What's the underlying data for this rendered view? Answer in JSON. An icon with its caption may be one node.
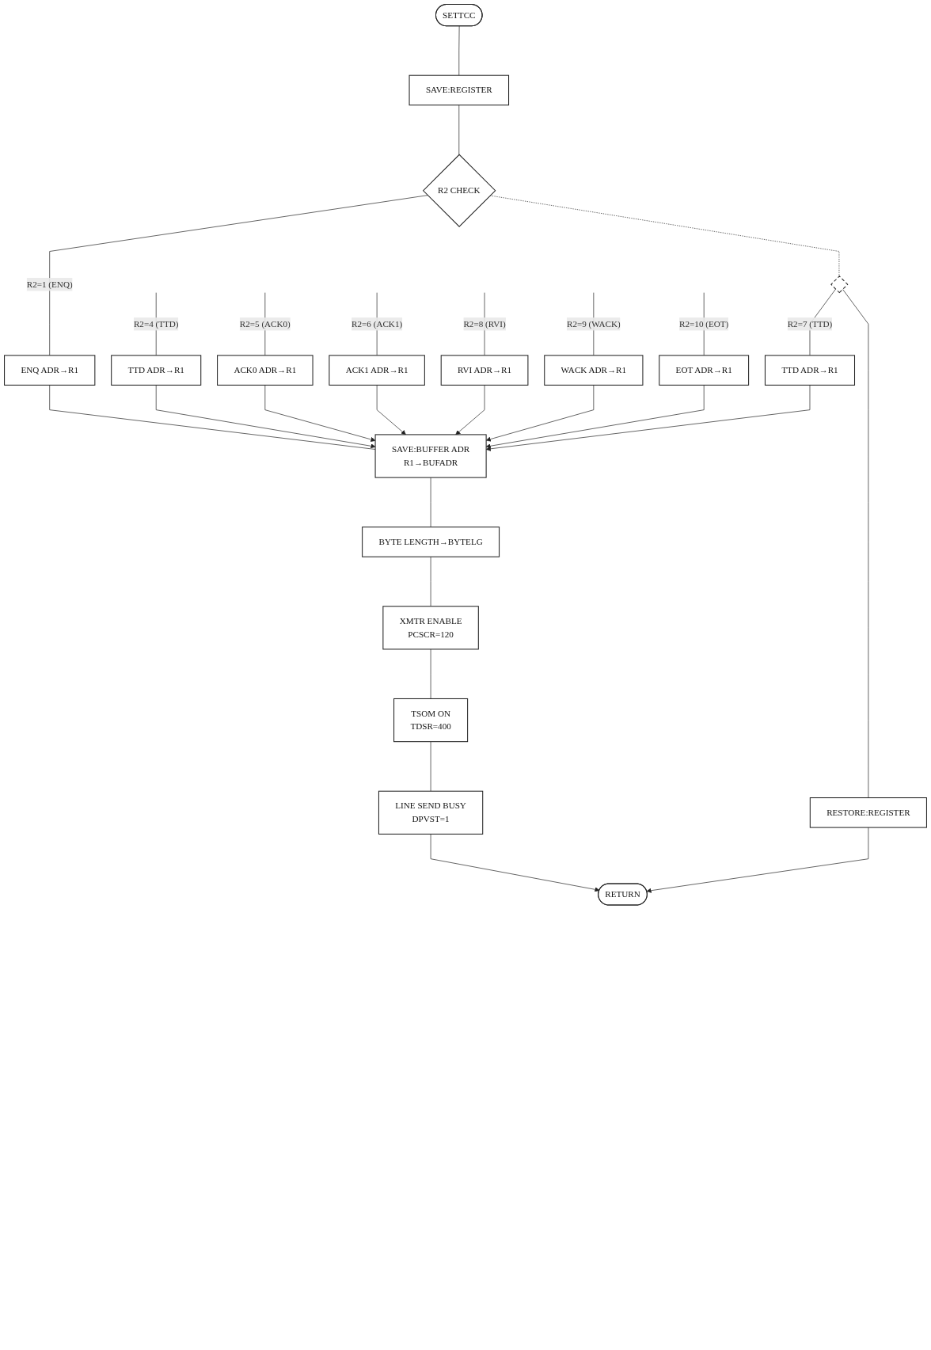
{
  "diagram": {
    "nodes": [
      {
        "text": [
          "SETTCC"
        ]
      },
      {
        "text": [
          "SAVE:REGISTER"
        ]
      },
      {
        "text": [
          "R2 CHECK"
        ]
      },
      {
        "text": [
          "ENQ ADR→R1"
        ]
      },
      {
        "text": [
          "TTD ADR→R1"
        ]
      },
      {
        "text": [
          "ACK0 ADR→R1"
        ]
      },
      {
        "text": [
          "ACK1 ADR→R1"
        ]
      },
      {
        "text": [
          "RVI ADR→R1"
        ]
      },
      {
        "text": [
          "WACK ADR→R1"
        ]
      },
      {
        "text": [
          "EOT ADR→R1"
        ]
      },
      {
        "text": [],
        "shape": "diamond"
      },
      {
        "text": [
          "TTD ADR→R1"
        ]
      },
      {
        "text": [
          "SAVE:BUFFER ADR",
          "R1→BUFADR"
        ]
      },
      {
        "text": [
          "BYTE LENGTH→BYTELG"
        ]
      },
      {
        "text": [
          "XMTR ENABLE",
          "PCSCR=120"
        ]
      },
      {
        "text": [
          "TSOM ON",
          "TDSR=400"
        ]
      },
      {
        "text": [
          "LINE SEND BUSY",
          "DPVST=1"
        ]
      },
      {
        "text": [
          "RESTORE:REGISTER"
        ]
      },
      {
        "text": [
          "RETURN"
        ]
      }
    ],
    "edges": [
      {
        "from": 0,
        "to": 1,
        "arrow": "none"
      },
      {
        "from": 1,
        "to": 2,
        "arrow": "none"
      },
      {
        "from": 2,
        "to": 3,
        "arrow": "none",
        "label": "R2=1 (ENQ)"
      },
      {
        "from": null,
        "to": 4,
        "arrow": "none",
        "label": "R2=4 (TTD)"
      },
      {
        "from": null,
        "to": 5,
        "arrow": "none",
        "label": "R2=5 (ACK0)"
      },
      {
        "from": null,
        "to": 6,
        "arrow": "none",
        "label": "R2=6 (ACK1)"
      },
      {
        "from": null,
        "to": 7,
        "arrow": "none",
        "label": "R2=8 (RVI)"
      },
      {
        "from": null,
        "to": 8,
        "arrow": "none",
        "label": "R2=9 (WACK)"
      },
      {
        "from": null,
        "to": 9,
        "arrow": "none",
        "label": "R2=10 (EOT)"
      },
      {
        "from": 2,
        "to": 10,
        "arrow": "none",
        "style": "dashed"
      },
      {
        "from": 10,
        "to": 11,
        "arrow": "none",
        "label": "R2=7 (TTD)"
      },
      {
        "from": 3,
        "to": 12,
        "arrow": "none"
      },
      {
        "from": 4,
        "to": 12,
        "arrow": "to"
      },
      {
        "from": 5,
        "to": 12,
        "arrow": "to"
      },
      {
        "from": 6,
        "to": 12,
        "arrow": "to"
      },
      {
        "from": 7,
        "to": 12,
        "arrow": "to"
      },
      {
        "from": 8,
        "to": 12,
        "arrow": "to"
      },
      {
        "from": 9,
        "to": 12,
        "arrow": "to"
      },
      {
        "from": 11,
        "to": 12,
        "arrow": "to"
      },
      {
        "from": 12,
        "to": 13,
        "arrow": "none"
      },
      {
        "from": 13,
        "to": 14,
        "arrow": "none"
      },
      {
        "from": 14,
        "to": 15,
        "arrow": "none"
      },
      {
        "from": 15,
        "to": 16,
        "arrow": "none"
      },
      {
        "from": 16,
        "to": 18,
        "arrow": "to"
      },
      {
        "from": 10,
        "to": 17,
        "arrow": "none"
      },
      {
        "from": 17,
        "to": 18,
        "arrow": "to"
      }
    ]
  }
}
